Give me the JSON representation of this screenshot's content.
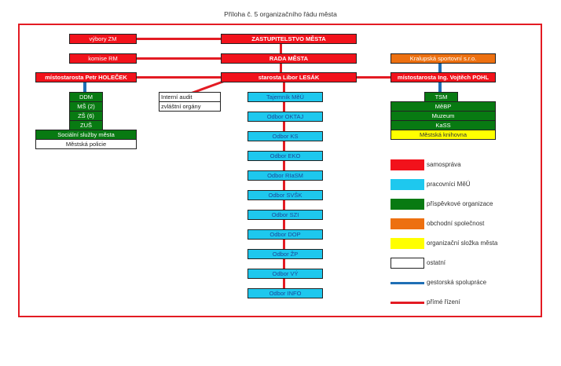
{
  "title": "Příloha č. 5 organizačního řádu města",
  "left": {
    "vybory": "výbory ZM",
    "komise": "komise RM",
    "mistostarosta": "místostarosta Petr HOLEČEK",
    "units": [
      "DDM",
      "MŠ (2)",
      "ZŠ (6)",
      "ZUŠ"
    ],
    "social": "Sociální služby města",
    "police": "Městská policie"
  },
  "center": {
    "zastupitelstvo": "ZASTUPITELSTVO MĚSTA",
    "rada": "RADA MĚSTA",
    "starosta": "starosta  Libor LESÁK",
    "audit": "Interní audit",
    "organy": "zvláštní orgány",
    "departments": [
      "Tajemník MěÚ",
      "Odbor OKTAJ",
      "Odbor KS",
      "Odbor EKO",
      "Odbor RIaSM",
      "Odbor SVŠK",
      "Odbor SZI",
      "Odbor DOP",
      "Odbor ŽP",
      "Odbor VÝ",
      "Odbor INFO"
    ]
  },
  "right": {
    "company": "Kralupská sportovní s.r.o.",
    "mistostarosta": "místostarosta Ing. Vojtěch POHL",
    "tsm": "TSM",
    "units": [
      "MěBP",
      "Muzeum",
      "KaSS"
    ],
    "library": "Městská knihovna"
  },
  "legend": [
    {
      "label": "samospráva",
      "color": "#f2121b"
    },
    {
      "label": "pracovníci MěÚ",
      "color": "#1ec8ee"
    },
    {
      "label": "příspěvkové organizace",
      "color": "#087a12"
    },
    {
      "label": "obchodní společnost",
      "color": "#ed7010"
    },
    {
      "label": "organizační složka města",
      "color": "#ffff00"
    },
    {
      "label": "ostatní",
      "color": "#ffffff"
    },
    {
      "label": "gestorská spolupráce",
      "color": "#1f6fb5"
    },
    {
      "label": "přímé řízení",
      "color": "#e31b23"
    }
  ]
}
